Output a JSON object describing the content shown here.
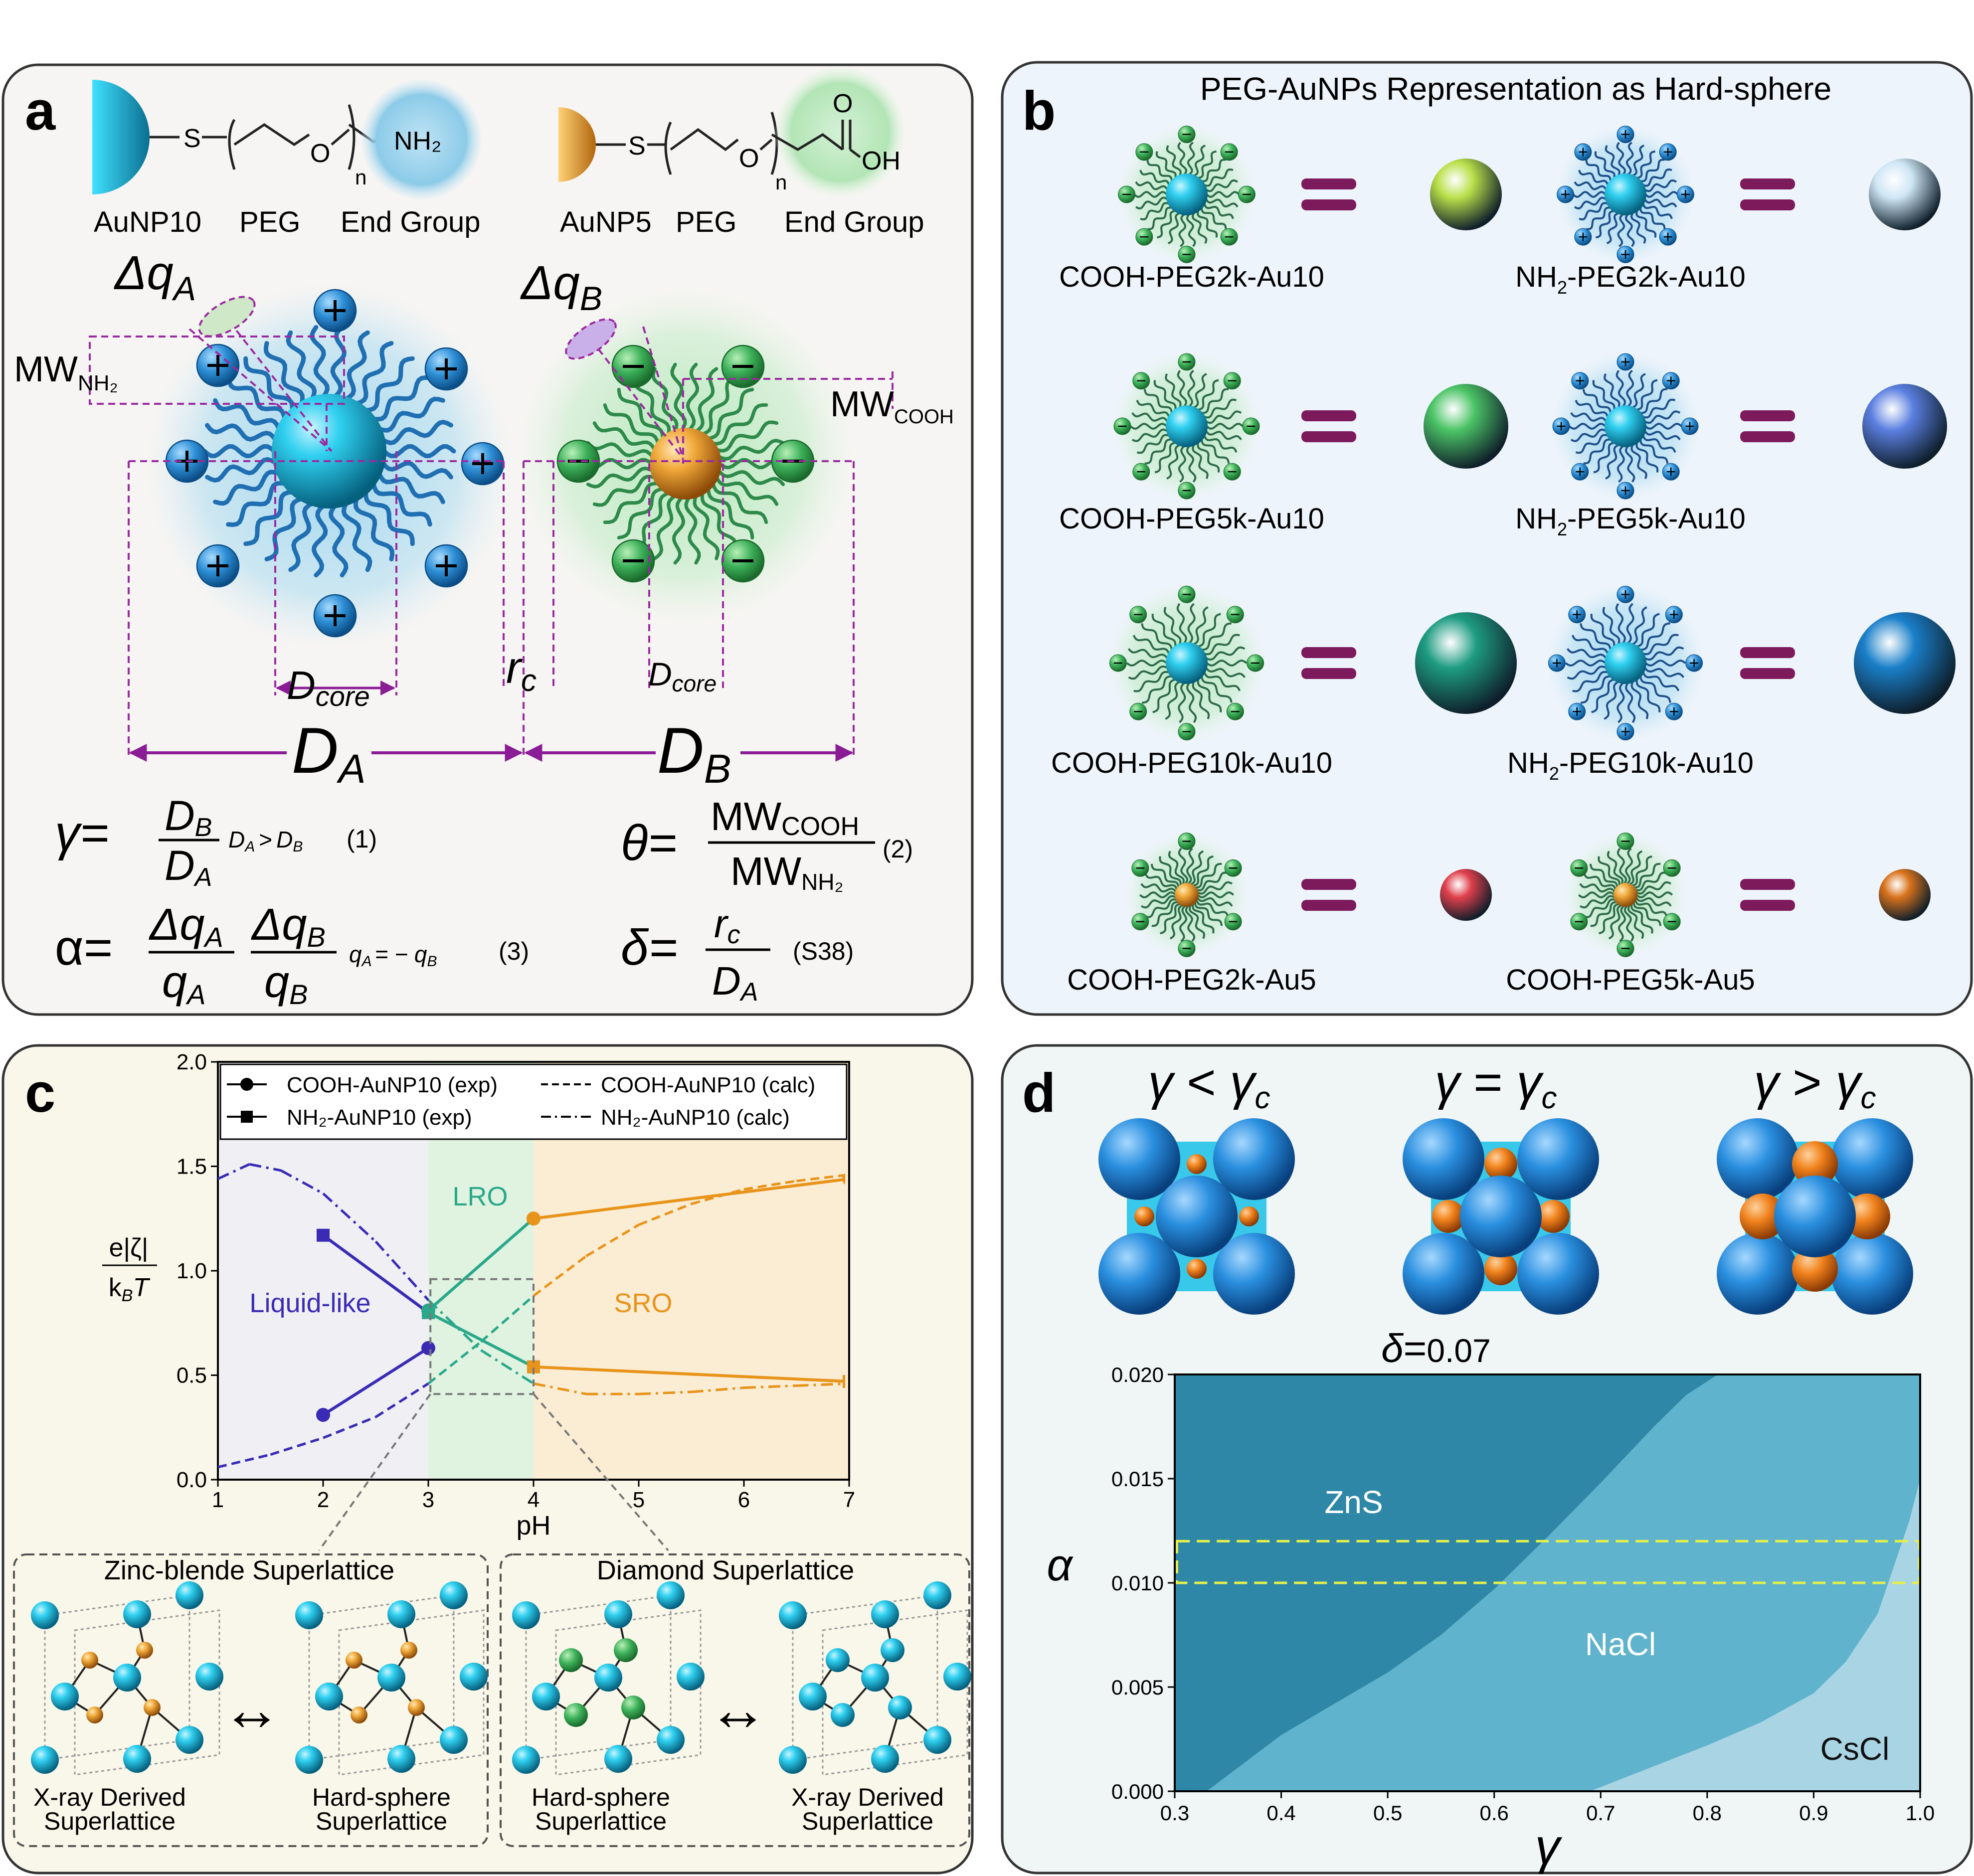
{
  "panel_a": {
    "letter": "a",
    "molA": {
      "s": "S",
      "o": "O",
      "n": "n",
      "end": "NH₂"
    },
    "molB": {
      "s": "S",
      "o": "O",
      "n": "n",
      "o_top": "O",
      "oh": "OH"
    },
    "captions": [
      "AuNP10",
      "PEG",
      "End Group",
      "AuNP5",
      "PEG",
      "End Group"
    ],
    "dqA": {
      "d": "Δq",
      "sub": "A"
    },
    "dqB": {
      "d": "Δq",
      "sub": "B"
    },
    "mw_nh2": {
      "mw": "MW",
      "sub": "NH₂"
    },
    "mw_cooh": {
      "mw": "MW",
      "sub": "COOH"
    },
    "dcore": {
      "d": "D",
      "sub": "core"
    },
    "rc": {
      "r": "r",
      "sub": "c"
    },
    "DA": {
      "d": "D",
      "sub": "A"
    },
    "DB": {
      "d": "D",
      "sub": "B"
    },
    "eq1": {
      "lhs": "γ=",
      "num": "D",
      "num_sub": "B",
      "den": "D",
      "den_sub": "A",
      "cond": "Dₐ > Dᵦ",
      "cond_a": "D",
      "cond_a_sub": "A",
      "cond_gt": ">",
      "cond_b": "D",
      "cond_b_sub": "B",
      "no": "(1)"
    },
    "eq2": {
      "lhs": "θ=",
      "num": "MW",
      "num_sub": "COOH",
      "den": "MW",
      "den_sub": "NH₂",
      "no": "(2)"
    },
    "eq3": {
      "lhs": "α=",
      "n1": "Δq",
      "n1s": "A",
      "d1": "q",
      "d1s": "A",
      "n2": "Δq",
      "n2s": "B",
      "d2": "q",
      "d2s": "B",
      "cond": "q",
      "cond_s": "A",
      "cond_eq": "= − q",
      "cond_s2": "B",
      "no": "(3)"
    },
    "eq4": {
      "lhs": "δ=",
      "num": "r",
      "num_sub": "c",
      "den": "D",
      "den_sub": "A",
      "no": "(S38)"
    }
  },
  "panel_b": {
    "letter": "b",
    "title": "PEG-AuNPs Representation as Hard-sphere",
    "items": [
      {
        "label": "COOH-PEG2k-Au10",
        "sphere": "#b9e04a"
      },
      {
        "label_pre": "NH",
        "label_sub": "2",
        "label_post": "-PEG2k-Au10",
        "sphere": "#cfe6f5"
      },
      {
        "label": "COOH-PEG5k-Au10",
        "sphere": "#4cc466"
      },
      {
        "label_pre": "NH",
        "label_sub": "2",
        "label_post": "-PEG5k-Au10",
        "sphere": "#5b7fe0"
      },
      {
        "label": "COOH-PEG10k-Au10",
        "sphere": "#1e9c82"
      },
      {
        "label_pre": "NH",
        "label_sub": "2",
        "label_post": "-PEG10k-Au10",
        "sphere": "#1a7fc9"
      },
      {
        "label": "COOH-PEG2k-Au5",
        "sphere": "#e0404c"
      },
      {
        "label": "COOH-PEG5k-Au5",
        "sphere": "#d9731c"
      }
    ]
  },
  "panel_c": {
    "letter": "c",
    "regions": [
      "Liquid-like",
      "LRO",
      "SRO"
    ],
    "legend": [
      "COOH-AuNP10 (exp)",
      "COOH-AuNP10 (calc)",
      "NH₂-AuNP10 (exp)",
      "NH₂-AuNP10 (calc)"
    ],
    "bottom_titles": [
      "Zinc-blende Superlattice",
      "Diamond Superlattice"
    ],
    "bottom_captions": [
      [
        "X-ray Derived",
        "Superlattice"
      ],
      [
        "Hard-sphere",
        "Superlattice"
      ],
      [
        "Hard-sphere",
        "Superlattice"
      ],
      [
        "X-ray Derived",
        "Superlattice"
      ]
    ],
    "arrow": "↔"
  },
  "panel_d": {
    "letter": "d",
    "headers": [
      {
        "g": "γ",
        "op": "<",
        "g2": "γ",
        "sub": "c"
      },
      {
        "g": "γ",
        "op": "=",
        "g2": "γ",
        "sub": "c"
      },
      {
        "g": "γ",
        "op": ">",
        "g2": "γ",
        "sub": "c"
      }
    ],
    "delta_label": {
      "sym": "δ",
      "eq": "=",
      "val": "0.07"
    },
    "phases": [
      "ZnS",
      "NaCl",
      "CsCl"
    ]
  },
  "chart_data": [
    {
      "type": "line",
      "panel": "c",
      "xlabel": "pH",
      "ylabel": "e|ζ| / k_BT",
      "ylabel_top": "e|ζ|",
      "ylabel_bot": "k",
      "ylabel_bot_sub": "B",
      "ylabel_bot_T": "T",
      "xlim": [
        1,
        7
      ],
      "ylim": [
        0.0,
        2.0
      ],
      "x_ticks": [
        "1",
        "2",
        "3",
        "4",
        "5",
        "6",
        "7"
      ],
      "y_ticks": [
        "0.0",
        "0.5",
        "1.0",
        "1.5",
        "2.0"
      ],
      "region_bounds_ph": [
        1,
        3,
        4,
        7
      ],
      "series": [
        {
          "name": "COOH-AuNP10 (exp)",
          "style": "solid-circle",
          "x": [
            2,
            3,
            3,
            4,
            4,
            7
          ],
          "y": [
            0.31,
            0.63,
            0.81,
            1.25,
            1.25,
            1.44
          ],
          "segments": [
            {
              "x": [
                2,
                3
              ],
              "y": [
                0.31,
                0.63
              ],
              "color": "#3a2bb5"
            },
            {
              "x": [
                3,
                4
              ],
              "y": [
                0.81,
                1.25
              ],
              "color": "#2aa88a"
            },
            {
              "x": [
                4,
                7
              ],
              "y": [
                1.25,
                1.44
              ],
              "color": "#e8941a"
            }
          ]
        },
        {
          "name": "NH₂-AuNP10 (exp)",
          "style": "solid-square",
          "segments": [
            {
              "x": [
                2,
                3
              ],
              "y": [
                1.17,
                0.8
              ],
              "color": "#3a2bb5"
            },
            {
              "x": [
                3,
                4
              ],
              "y": [
                0.8,
                0.54
              ],
              "color": "#2aa88a"
            },
            {
              "x": [
                4,
                7
              ],
              "y": [
                0.54,
                0.47
              ],
              "color": "#e8941a"
            }
          ]
        },
        {
          "name": "COOH-AuNP10 (calc)",
          "style": "dashed",
          "x": [
            1,
            1.5,
            2,
            2.5,
            3,
            3.5,
            4,
            4.5,
            5,
            5.5,
            6,
            6.5,
            7
          ],
          "y": [
            0.06,
            0.12,
            0.2,
            0.3,
            0.46,
            0.66,
            0.88,
            1.07,
            1.22,
            1.32,
            1.39,
            1.43,
            1.46
          ],
          "colors_by_region": [
            "#3a2bb5",
            "#2aa88a",
            "#e8941a"
          ]
        },
        {
          "name": "NH₂-AuNP10 (calc)",
          "style": "dashdot",
          "x": [
            1,
            1.3,
            1.6,
            2,
            2.5,
            3,
            3.5,
            4,
            4.5,
            5,
            5.5,
            6,
            6.5,
            7
          ],
          "y": [
            1.44,
            1.51,
            1.48,
            1.37,
            1.14,
            0.86,
            0.62,
            0.46,
            0.41,
            0.41,
            0.42,
            0.44,
            0.45,
            0.46
          ],
          "colors_by_region": [
            "#3a2bb5",
            "#2aa88a",
            "#e8941a"
          ]
        }
      ]
    },
    {
      "type": "area",
      "panel": "d",
      "xlabel": "γ",
      "ylabel": "α",
      "xlim": [
        0.3,
        1.0
      ],
      "ylim": [
        0.0,
        0.02
      ],
      "x_ticks": [
        "0.3",
        "0.4",
        "0.5",
        "0.6",
        "0.7",
        "0.8",
        "0.9",
        "1.0"
      ],
      "y_ticks": [
        "0.000",
        "0.005",
        "0.010",
        "0.015",
        "0.020"
      ],
      "boundaries": [
        {
          "name": "ZnS/NaCl",
          "x": [
            0.33,
            0.4,
            0.5,
            0.55,
            0.6,
            0.65,
            0.7,
            0.75,
            0.78,
            0.81
          ],
          "y": [
            0.0,
            0.0027,
            0.0057,
            0.0075,
            0.0097,
            0.0122,
            0.0148,
            0.0175,
            0.019,
            0.02
          ]
        },
        {
          "name": "NaCl/CsCl",
          "x": [
            0.69,
            0.75,
            0.8,
            0.85,
            0.9,
            0.93,
            0.96,
            0.98,
            0.99,
            1.0
          ],
          "y": [
            0.0,
            0.0012,
            0.0022,
            0.0033,
            0.0047,
            0.0062,
            0.0085,
            0.0115,
            0.013,
            0.015
          ]
        }
      ],
      "highlight_band_alpha": [
        0.01,
        0.012
      ],
      "regions": [
        "ZnS",
        "NaCl",
        "CsCl"
      ],
      "colors": {
        "ZnS": "#2e87a6",
        "NaCl": "#5fb3cc",
        "CsCl": "#a9d4e3"
      }
    }
  ]
}
